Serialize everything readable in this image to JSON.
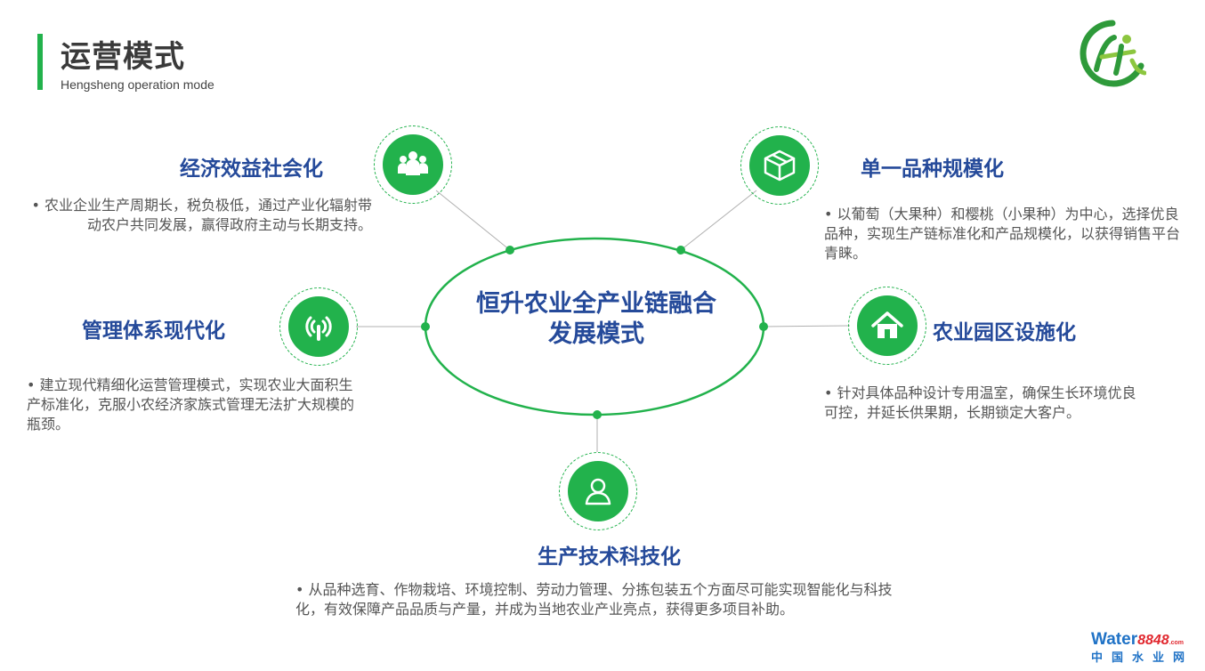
{
  "header": {
    "title": "运营模式",
    "subtitle": "Hengsheng operation mode"
  },
  "center": {
    "line1": "恒升农业全产业链融合",
    "line2": "发展模式"
  },
  "nodes": [
    {
      "heading": "经济效益社会化",
      "desc": "• 农业企业生产周期长，税负极低，通过产业化辐射带动农户共同发展，赢得政府主动与长期支持。",
      "icon": "people-group-icon"
    },
    {
      "heading": "单一品种规模化",
      "desc": "• 以葡萄（大果种）和樱桃（小果种）为中心，选择优良品种，实现生产链标准化和产品规模化，以获得销售平台青睐。",
      "icon": "box-icon"
    },
    {
      "heading": "管理体系现代化",
      "desc": "• 建立现代精细化运营管理模式，实现农业大面积生产标准化，克服小农经济家族式管理无法扩大规模的瓶颈。",
      "icon": "signal-icon"
    },
    {
      "heading": "农业园区设施化",
      "desc": "• 针对具体品种设计专用温室，确保生长环境优良可控，并延长供果期，长期锁定大客户。",
      "icon": "house-icon"
    },
    {
      "heading": "生产技术科技化",
      "desc": "• 从品种选育、作物栽培、环境控制、劳动力管理、分拣包装五个方面尽可能实现智能化与科技化，有效保障产品品质与产量，并成为当地农业产业亮点，获得更多项目补助。",
      "icon": "person-icon"
    }
  ],
  "watermark": {
    "brand": "Water",
    "number": "8848",
    "domain": ".com",
    "cn": "中国水业网"
  },
  "colors": {
    "accent": "#22b24c",
    "heading": "#254a9a"
  }
}
